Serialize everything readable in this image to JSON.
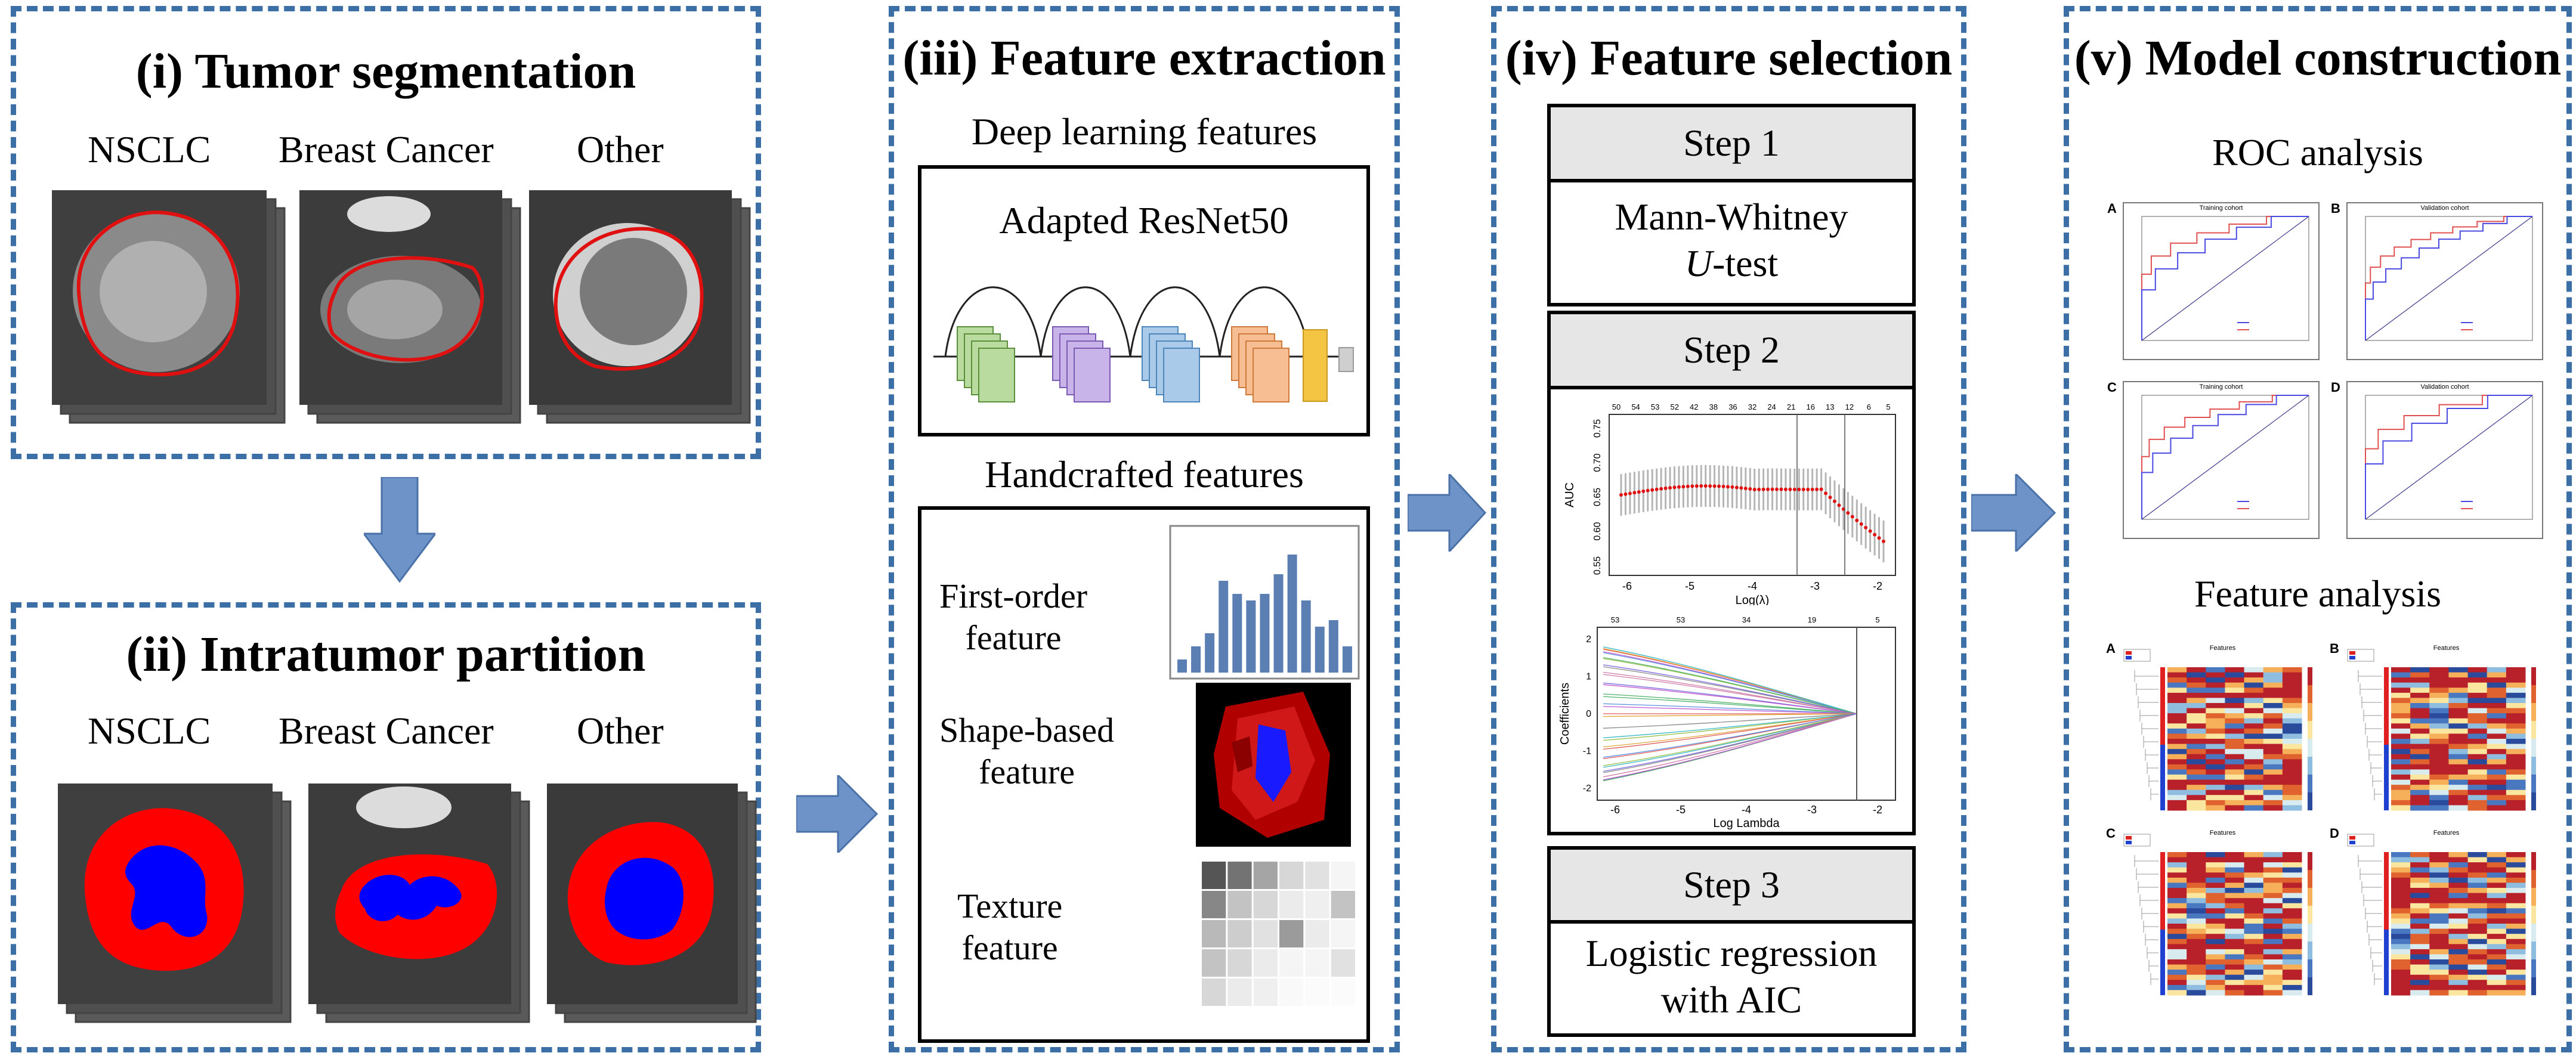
{
  "panels": {
    "p1": {
      "title": "(i) Tumor segmentation",
      "labels": [
        "NSCLC",
        "Breast Cancer",
        "Other"
      ]
    },
    "p2": {
      "title": "(ii) Intratumor partition",
      "labels": [
        "NSCLC",
        "Breast Cancer",
        "Other"
      ]
    },
    "p3": {
      "title": "(iii) Feature extraction",
      "deep_header": "Deep learning features",
      "network_label": "Adapted ResNet50",
      "hand_header": "Handcrafted features",
      "first_order_1": "First-order",
      "first_order_2": "feature",
      "shape_1": "Shape-based",
      "shape_2": "feature",
      "texture_1": "Texture",
      "texture_2": "feature",
      "histogram_values": [
        0.1,
        0.2,
        0.3,
        0.7,
        0.6,
        0.55,
        0.6,
        0.75,
        0.9,
        0.55,
        0.35,
        0.4,
        0.2
      ],
      "texture_levels": [
        [
          0.85,
          0.7,
          0.45,
          0.2,
          0.15,
          0.05
        ],
        [
          0.6,
          0.3,
          0.2,
          0.1,
          0.08,
          0.3
        ],
        [
          0.35,
          0.25,
          0.15,
          0.5,
          0.1,
          0.05
        ],
        [
          0.3,
          0.2,
          0.1,
          0.05,
          0.05,
          0.15
        ],
        [
          0.2,
          0.1,
          0.08,
          0.03,
          0.02,
          0.02
        ]
      ]
    },
    "p4": {
      "title": "(iv) Feature selection",
      "step1": "Step 1",
      "step1_body_1": "Mann-Whitney",
      "step1_body_2_italic": "U",
      "step1_body_2_rest": "-test",
      "step2": "Step 2",
      "auc_ylabel": "AUC",
      "auc_xlabel": "Log(λ)",
      "auc_yticks": [
        "0.55",
        "0.60",
        "0.65",
        "0.70",
        "0.75"
      ],
      "auc_xticks": [
        "-6",
        "-5",
        "-4",
        "-3",
        "-2"
      ],
      "auc_topticks": [
        "50",
        "54",
        "53",
        "52",
        "42",
        "38",
        "36",
        "32",
        "24",
        "21",
        "16",
        "13",
        "12",
        "6",
        "5"
      ],
      "coef_ylabel": "Coefficients",
      "coef_xlabel": "Log Lambda",
      "coef_yticks": [
        "-2",
        "-1",
        "0",
        "1",
        "2"
      ],
      "coef_xticks": [
        "-6",
        "-5",
        "-4",
        "-3",
        "-2"
      ],
      "coef_topticks": [
        "53",
        "53",
        "34",
        "19",
        "5"
      ],
      "step3": "Step 3",
      "step3_body_1": "Logistic regression",
      "step3_body_2": "with AIC"
    },
    "p5": {
      "title": "(v) Model construction",
      "roc_header": "ROC analysis",
      "roc_panels": [
        {
          "key": "A",
          "title": "Training cohort"
        },
        {
          "key": "B",
          "title": "Validation cohort"
        },
        {
          "key": "C",
          "title": "Training cohort"
        },
        {
          "key": "D",
          "title": "Validation cohort"
        }
      ],
      "feature_header": "Feature analysis",
      "heat_panels": [
        {
          "key": "A",
          "title": "Features"
        },
        {
          "key": "B",
          "title": "Features"
        },
        {
          "key": "C",
          "title": "Features"
        },
        {
          "key": "D",
          "title": "Features"
        }
      ]
    }
  },
  "colors": {
    "panel_border": "#3b6fa5",
    "arrow_fill": "#6d93c8",
    "tumor_outline": "#e01010",
    "partition_red": "#ff0000",
    "partition_blue": "#0000ff"
  }
}
